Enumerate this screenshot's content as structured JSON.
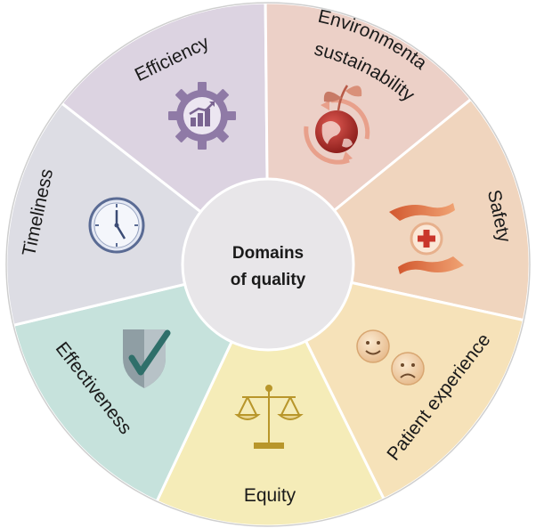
{
  "center": {
    "line1": "Domains",
    "line2": "of quality"
  },
  "domains": [
    {
      "label": "Efficiency",
      "color": "#dcd3e1",
      "icon": "gear-chart-icon"
    },
    {
      "label": "Environmental sustainability",
      "line1": "Environmental",
      "line2": "sustainability",
      "color": "#ecd0c7",
      "icon": "globe-plant-icon"
    },
    {
      "label": "Safety",
      "color": "#f0d5be",
      "icon": "hands-cross-icon"
    },
    {
      "label": "Patient experience",
      "color": "#f6e2b9",
      "icon": "faces-icon"
    },
    {
      "label": "Equity",
      "color": "#f5ecb8",
      "icon": "scales-icon"
    },
    {
      "label": "Effectiveness",
      "color": "#c6e2dc",
      "icon": "shield-check-icon"
    },
    {
      "label": "Timeliness",
      "color": "#dddde4",
      "icon": "clock-icon"
    }
  ],
  "colors": {
    "center": "#e8e6e9",
    "outline": "#cfcfcf"
  }
}
